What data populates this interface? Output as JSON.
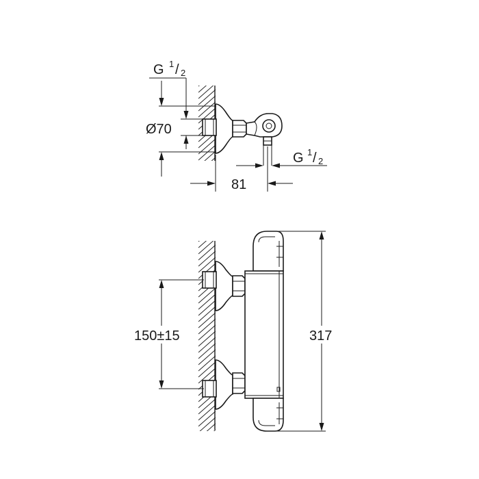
{
  "side_view": {
    "thread_top": {
      "base": "G",
      "num": "1",
      "den": "2"
    },
    "diameter": "Ø70",
    "depth": "81",
    "thread_outlet": {
      "base": "G",
      "num": "1",
      "den": "2"
    }
  },
  "front_view": {
    "spacing": "150±15",
    "height": "317"
  }
}
